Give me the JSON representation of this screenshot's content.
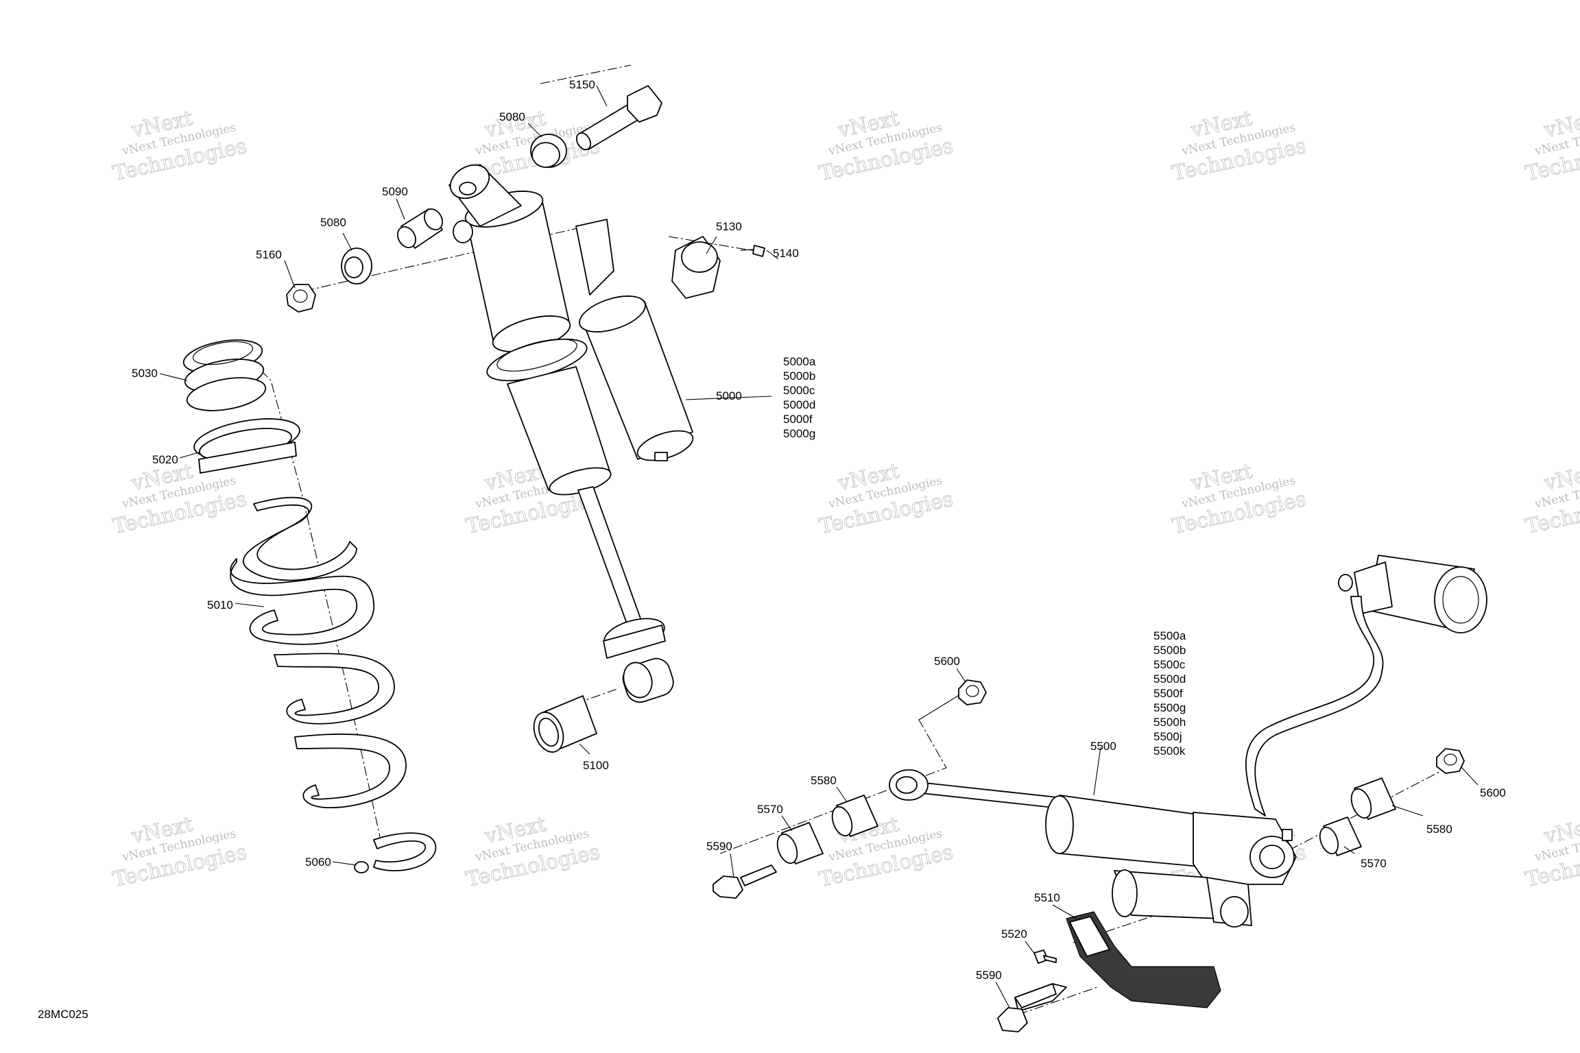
{
  "diagram": {
    "id_code": "28MC025",
    "watermark": {
      "line1": "vNext Technologies",
      "line2": "Technologies",
      "overlay": "vNext"
    },
    "labels": {
      "p5150": "5150",
      "p5080a": "5080",
      "p5090": "5090",
      "p5080b": "5080",
      "p5160": "5160",
      "p5130": "5130",
      "p5140": "5140",
      "p5030": "5030",
      "p5020": "5020",
      "p5010": "5010",
      "p5060": "5060",
      "p5100": "5100",
      "p5000": "5000",
      "p5600a": "5600",
      "p5500": "5500",
      "p5580a": "5580",
      "p5570a": "5570",
      "p5590a": "5590",
      "p5600b": "5600",
      "p5580b": "5580",
      "p5570b": "5570",
      "p5510": "5510",
      "p5520": "5520",
      "p5590b": "5590"
    },
    "variants_5000": [
      "5000a",
      "5000b",
      "5000c",
      "5000d",
      "5000f",
      "5000g"
    ],
    "variants_5500": [
      "5500a",
      "5500b",
      "5500c",
      "5500d",
      "5500f",
      "5500g",
      "5500h",
      "5500j",
      "5500k"
    ]
  }
}
